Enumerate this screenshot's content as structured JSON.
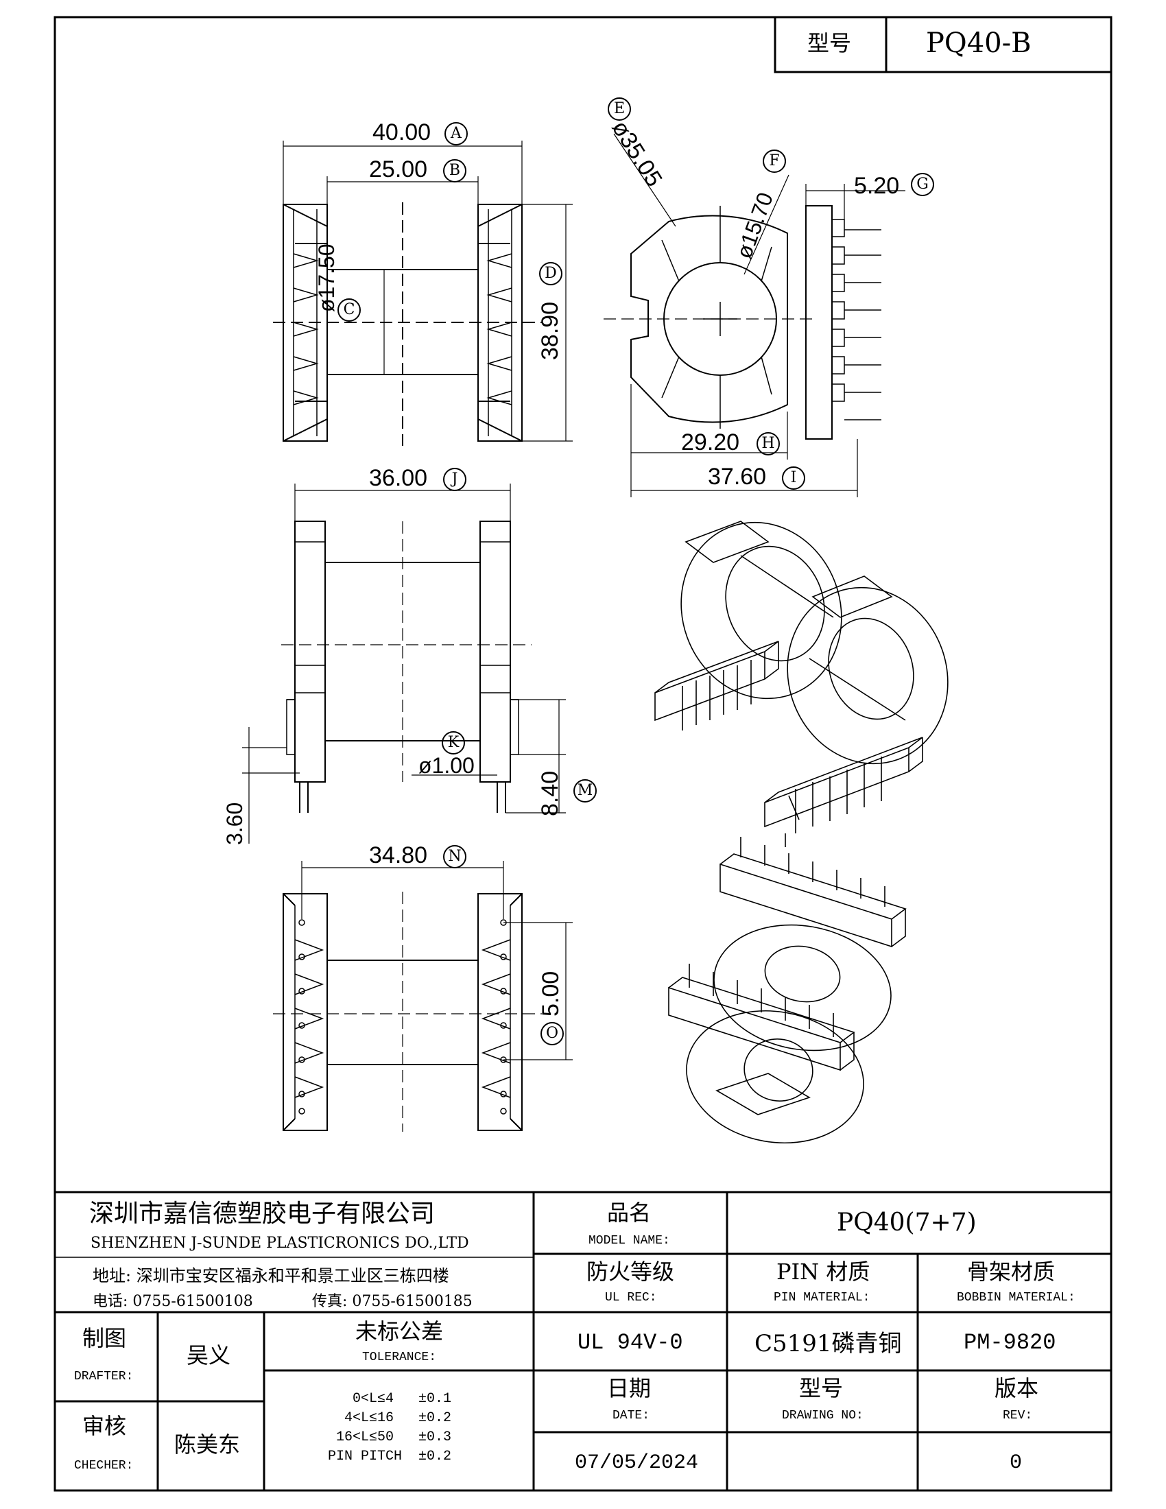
{
  "header": {
    "model_label": "型号",
    "model_value": "PQ40-B"
  },
  "dimensions": {
    "A": {
      "letter": "A",
      "value": "40.00"
    },
    "B": {
      "letter": "B",
      "value": "25.00"
    },
    "C": {
      "letter": "C",
      "value": "ø17.50"
    },
    "D": {
      "letter": "D",
      "value": "38.90"
    },
    "E": {
      "letter": "E",
      "value": "ø35.05"
    },
    "F": {
      "letter": "F",
      "value": "ø15.70"
    },
    "G": {
      "letter": "G",
      "value": "5.20"
    },
    "H": {
      "letter": "H",
      "value": "29.20"
    },
    "I": {
      "letter": "I",
      "value": "37.60"
    },
    "J": {
      "letter": "J",
      "value": "36.00"
    },
    "K": {
      "letter": "K",
      "value": "ø1.00"
    },
    "L": {
      "value": "3.60"
    },
    "M": {
      "letter": "M",
      "value": "8.40"
    },
    "N": {
      "letter": "N",
      "value": "34.80"
    },
    "O": {
      "letter": "O",
      "value": "5.00"
    }
  },
  "title_block": {
    "company_cn": "深圳市嘉信德塑胶电子有限公司",
    "company_en": "SHENZHEN J-SUNDE PLASTICRONICS DO.,LTD",
    "address": "地址: 深圳市宝安区福永和平和景工业区三栋四楼",
    "phone": "电话: 0755-61500108",
    "fax": "传真: 0755-61500185",
    "model_name_cn": "品名",
    "model_name_en": "MODEL NAME:",
    "model_name_value": "PQ40(7+7)",
    "ul_cn": "防火等级",
    "ul_en": "UL REC:",
    "ul_value": "UL 94V-0",
    "pin_cn": "PIN 材质",
    "pin_en": "PIN MATERIAL:",
    "pin_value": "C5191磷青铜",
    "bobbin_cn": "骨架材质",
    "bobbin_en": "BOBBIN MATERIAL:",
    "bobbin_value": "PM-9820",
    "drafter_cn": "制图",
    "drafter_en": "DRAFTER:",
    "drafter_name": "吴义",
    "checker_cn": "审核",
    "checker_en": "CHECHER:",
    "checker_name": "陈美东",
    "tolerance_cn": "未标公差",
    "tolerance_en": "TOLERANCE:",
    "tolerance_rows": [
      {
        "range": "0<L≤4",
        "tol": "±0.1"
      },
      {
        "range": "4<L≤16",
        "tol": "±0.2"
      },
      {
        "range": "16<L≤50",
        "tol": "±0.3"
      },
      {
        "range": "PIN PITCH",
        "tol": "±0.2"
      }
    ],
    "date_cn": "日期",
    "date_en": "DATE:",
    "date_value": "07/05/2024",
    "drawing_no_cn": "型号",
    "drawing_no_en": "DRAWING NO:",
    "drawing_no_value": "",
    "rev_cn": "版本",
    "rev_en": "REV:",
    "rev_value": "0"
  },
  "colors": {
    "line": "#000000",
    "background": "#ffffff"
  }
}
